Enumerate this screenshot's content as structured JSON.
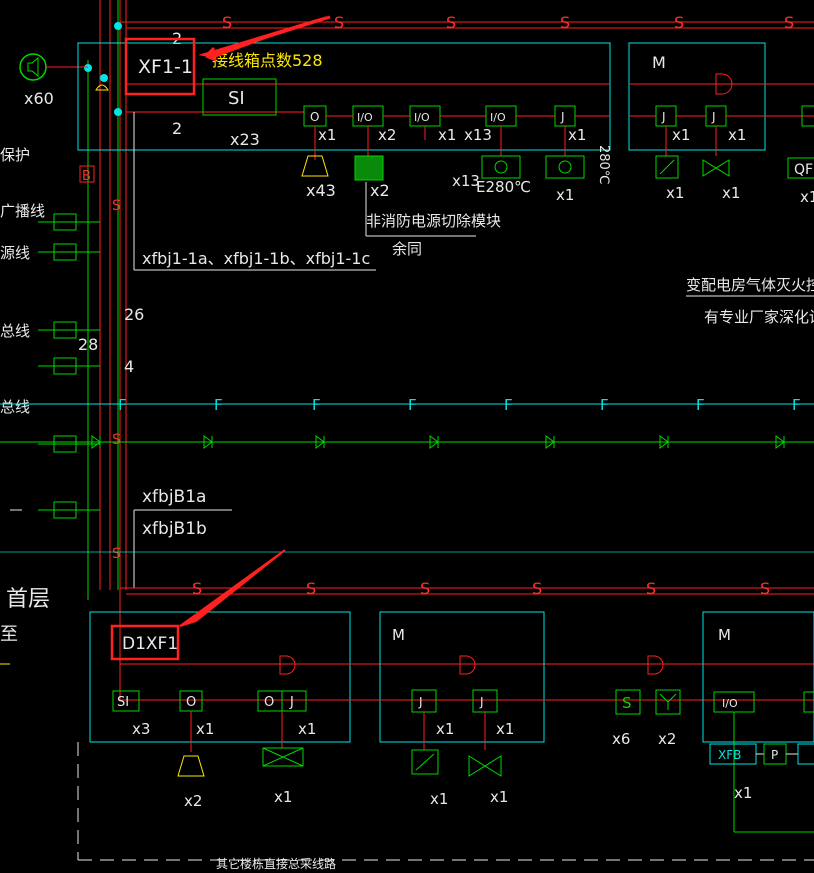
{
  "texts": {
    "box1_title": "XF1-1",
    "box1_note": "接线箱点数528",
    "si_label": "SI",
    "o_label": "O",
    "io_label": "I/O",
    "j_label": "J",
    "x60": "x60",
    "x23": "x23",
    "x1": "x1",
    "x2": "x2",
    "x13": "x13",
    "x43": "x43",
    "x3": "x3",
    "x6": "x6",
    "e280": "E280℃",
    "t280": "280℃",
    "num2": "2",
    "num26": "26",
    "num28": "28",
    "num4": "4",
    "left_bao": "保护",
    "left_guangbo": "广播线",
    "left_yuan": "源线",
    "left_zong": "总线",
    "left_zongxian": "总线",
    "nonfire": "非消防电源切除模块",
    "yutong": "余同",
    "xfbj1": "xfbj1-1a、xfbj1-1b、xfbj1-1c",
    "peidian1": "变配电房气体灭火控制",
    "peidian2": "有专业厂家深化设计",
    "xfbjb1a": "xfbjB1a",
    "xfbjb1b": "xfbjB1b",
    "shouceng": "首层",
    "ceng_frag": "至",
    "m_label": "M",
    "box2_title": "D1XF1",
    "xfb": "XFB",
    "p_label": "P",
    "qf": "QF",
    "bottom_note": "其它楼栋直接总采线路",
    "s": "S",
    "f": "F",
    "b": "B"
  },
  "colors": {
    "background": "#000000",
    "box": "#00e5e5",
    "bus": "#ff2020",
    "module": "#00d800",
    "callout": "#ff2020"
  }
}
